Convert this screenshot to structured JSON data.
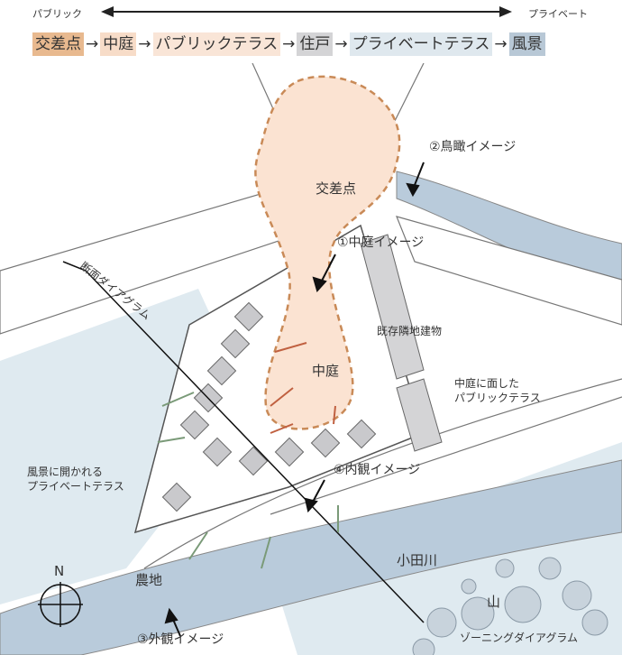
{
  "scale": {
    "left": "パブリック",
    "right": "プライベート"
  },
  "sequence": [
    {
      "label": "交差点",
      "color": "#e8b98f"
    },
    {
      "label": "中庭",
      "color": "#f7dcc8"
    },
    {
      "label": "パブリックテラス",
      "color": "#f9e5d7"
    },
    {
      "label": "住戸",
      "color": "#d4d4d6"
    },
    {
      "label": "プライベートテラス",
      "color": "#dfe8ee"
    },
    {
      "label": "風景",
      "color": "#b8c8d6"
    }
  ],
  "sequence_arrow": "→",
  "labels": {
    "crossing": "交差点",
    "courtyard": "中庭",
    "bird_view": "②鳥瞰イメージ",
    "courtyard_view": "①中庭イメージ",
    "existing_building": "既存隣地建物",
    "public_terrace_1": "中庭に面した",
    "public_terrace_2": "パブリックテラス",
    "private_terrace_1": "風景に開かれる",
    "private_terrace_2": "プライベートテラス",
    "interior_view": "④内観イメージ",
    "section": "断面ダイアグラム",
    "river": "小田川",
    "mountain": "山",
    "farmland": "農地",
    "exterior_view": "③外観イメージ",
    "zoning": "ゾーニングダイアグラム",
    "north": "N"
  },
  "colors": {
    "public_zone": "#fbe3d2",
    "public_zone_border": "#c98a57",
    "river": "#b9cbdb",
    "landscape": "#dfeaf0",
    "units": "#c9c9cc",
    "road": "#ffffff"
  }
}
